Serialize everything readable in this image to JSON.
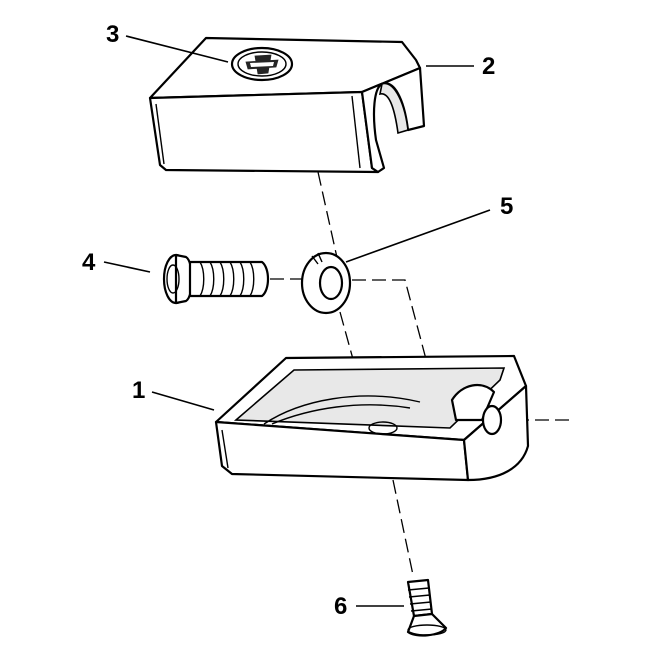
{
  "callouts": {
    "c1": "1",
    "c2": "2",
    "c3": "3",
    "c4": "4",
    "c5": "5",
    "c6": "6"
  },
  "parts": [
    {
      "callout": "1",
      "name": "base-bracket"
    },
    {
      "callout": "2",
      "name": "cover-clamp"
    },
    {
      "callout": "3",
      "name": "logo-medallion"
    },
    {
      "callout": "4",
      "name": "button-head-screw"
    },
    {
      "callout": "5",
      "name": "lock-washer"
    },
    {
      "callout": "6",
      "name": "flat-head-screw"
    }
  ]
}
